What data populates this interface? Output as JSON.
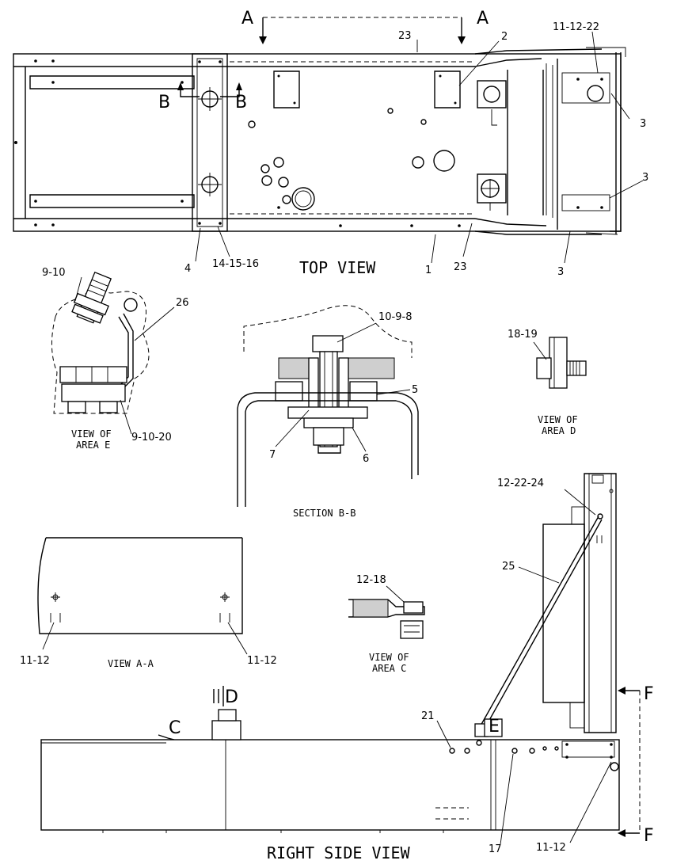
{
  "views": {
    "top_view": "TOP VIEW",
    "section_bb": "SECTION B-B",
    "view_area_e": [
      "VIEW OF",
      "AREA E"
    ],
    "view_area_d": [
      "VIEW OF",
      "AREA D"
    ],
    "view_area_c": [
      "VIEW OF",
      "AREA C"
    ],
    "view_aa": "VIEW A-A",
    "right_side_view": "RIGHT SIDE VIEW"
  },
  "section_letters": {
    "a_left": "A",
    "a_right": "A",
    "b_left": "B",
    "b_right": "B",
    "c": "C",
    "d": "D",
    "e": "E",
    "f_top": "F",
    "f_bottom": "F"
  },
  "callouts": {
    "top": {
      "c23_top": "23",
      "c2": "2",
      "c11_12_22": "11-12-22",
      "c3_a": "3",
      "c3_b": "3",
      "c3_c": "3",
      "c4": "4",
      "c14_15_16": "14-15-16",
      "c1": "1",
      "c23_bottom": "23"
    },
    "area_e": {
      "c9_10": "9-10",
      "c26": "26",
      "c9_10_20": "9-10-20"
    },
    "section_bb": {
      "c10_9_8": "10-9-8",
      "c5": "5",
      "c7": "7",
      "c6": "6"
    },
    "area_d": {
      "c18_19": "18-19"
    },
    "view_aa": {
      "c11_12_left": "11-12",
      "c11_12_right": "11-12"
    },
    "area_c": {
      "c12_18": "12-18"
    },
    "side": {
      "c12_22_24": "12-22-24",
      "c25": "25",
      "c21": "21",
      "c17": "17",
      "c11_12": "11-12"
    }
  }
}
